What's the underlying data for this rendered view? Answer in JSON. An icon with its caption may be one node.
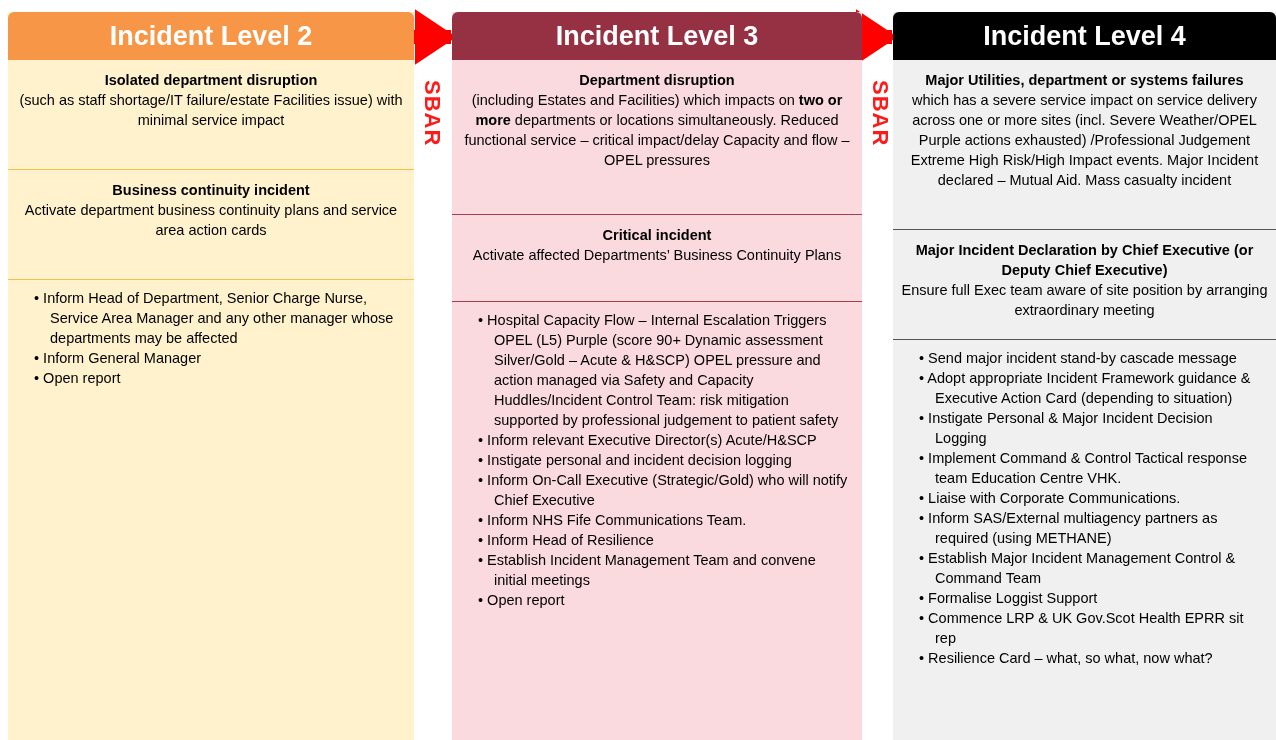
{
  "diagram": {
    "nodes": [
      {
        "text": [
          "Incident Level 2"
        ]
      },
      {
        "text": [
          "Isolated department disruption",
          "(such as staff shortage/IT failure/estate Facilities issue) with minimal service impact"
        ],
        "in": 0
      },
      {
        "text": [
          "Business continuity incident",
          "Activate department business continuity plans and service area action cards"
        ],
        "in": 0
      },
      {
        "text": [
          "• Inform Head of Department, Senior Charge Nurse, Service Area Manager and any other manager whose departments may be affected",
          "• Inform General Manager",
          "• Open report"
        ],
        "in": 0
      },
      {
        "text": [
          "Incident Level 3"
        ]
      },
      {
        "text": [
          "Department disruption",
          "(including Estates and Facilities) which impacts on **two or more** departments or locations simultaneously. Reduced functional service – critical impact/delay Capacity and flow – OPEL pressures"
        ],
        "in": 4
      },
      {
        "text": [
          "Critical incident",
          "Activate affected Departments’ Business Continuity Plans"
        ],
        "in": 4
      },
      {
        "text": [
          "• Hospital Capacity Flow – Internal Escalation Triggers OPEL (L5) Purple (score 90+ Dynamic assessment Silver/Gold – Acute & H&SCP) OPEL pressure and action managed via Safety and Capacity Huddles/Incident Control Team: risk mitigation supported by professional judgement to patient safety",
          "• Inform relevant Executive Director(s) Acute/H&SCP",
          "• Instigate personal and incident decision logging",
          "• Inform On-Call Executive (Strategic/Gold) who will notify Chief Executive",
          "• Inform NHS Fife Communications Team.",
          "• Inform Head of Resilience",
          "• Establish Incident Management Team and convene initial meetings",
          "• Open report"
        ],
        "in": 4
      },
      {
        "text": [
          "Incident Level 4"
        ]
      },
      {
        "text": [
          "Major Utilities, department or systems failures",
          "which has a severe service impact on service delivery across one or more sites (incl. Severe Weather/OPEL Purple actions exhausted) /Professional Judgement Extreme High Risk/High Impact events. Major Incident declared – Mutual Aid. Mass casualty incident"
        ],
        "in": 8
      },
      {
        "text": [
          "Major Incident Declaration by Chief Executive (or Deputy Chief Executive)",
          "Ensure full Exec team aware of site position by arranging extraordinary meeting"
        ],
        "in": 8
      },
      {
        "text": [
          "• Send major incident stand-by cascade message",
          "• Adopt appropriate Incident Framework guidance & Executive Action Card (depending to situation)",
          "• Instigate Personal & Major Incident Decision Logging",
          "• Implement Command & Control Tactical response team Education Centre VHK.",
          "• Liaise with Corporate Communications.",
          "• Inform SAS/External multiagency partners as required (using METHANE)",
          "• Establish Major Incident Management Control & Command Team",
          "• Formalise Loggist Support",
          "• Commence LRP & UK Gov.Scot Health EPRR sit rep",
          "• Resilience Card – what, so what, now what?"
        ],
        "in": 8
      }
    ],
    "edges": [
      {
        "from": 0,
        "to": 4,
        "arrow": "to",
        "label": "SBAR"
      },
      {
        "from": 4,
        "to": 8,
        "arrow": "to",
        "label": "SBAR"
      }
    ]
  }
}
